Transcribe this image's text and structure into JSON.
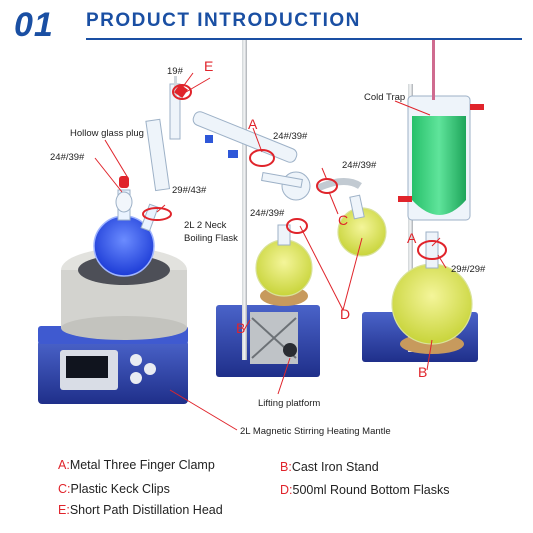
{
  "header": {
    "number": "01",
    "title": "PRODUCT  INTRODUCTION"
  },
  "labels": {
    "size_19": "19#",
    "letter_e": "E",
    "letter_a1": "A",
    "size_24_39_top": "24#/39#",
    "cold_trap": "Cold Trap",
    "hollow_glass_plug": "Hollow glass plug",
    "size_24_39_left": "24#/39#",
    "size_24_39_right": "24#/39#",
    "size_29_43": "29#/43#",
    "flask_line1": "2L 2 Neck",
    "flask_line2": "Boiling Flask",
    "size_24_39_mid": "24#/39#",
    "letter_c": "C",
    "letter_a2": "A",
    "size_29_29": "29#/29#",
    "letter_b1": "B",
    "letter_d": "D",
    "letter_b2": "B",
    "lifting_platform": "Lifting platform",
    "heating_mantle": "2L Magnetic Stirring Heating Mantle"
  },
  "legend": [
    {
      "key": "A:",
      "text": "Metal Three Finger Clamp"
    },
    {
      "key": "B:",
      "text": "Cast Iron Stand"
    },
    {
      "key": "C:",
      "text": "Plastic Keck Clips"
    },
    {
      "key": "D:",
      "text": "500ml Round Bottom Flasks"
    },
    {
      "key": "E:",
      "text": "Short Path Distillation Head"
    }
  ],
  "colors": {
    "brand_blue": "#1a4fa3",
    "accent_red": "#e0242b"
  }
}
